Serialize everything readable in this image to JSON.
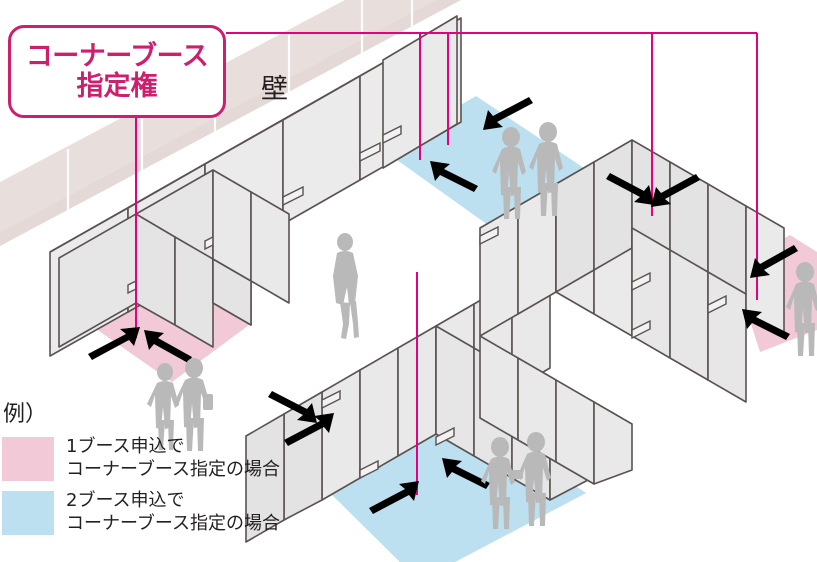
{
  "callout": {
    "line1": "コーナーブース",
    "line2": "指定権",
    "border_color": "#cc1f6e",
    "text_color": "#cc1f6e"
  },
  "labels": {
    "wall": "壁"
  },
  "legend": {
    "title": "例）",
    "items": [
      {
        "color": "#f2c9d7",
        "line1": "1ブース申込で",
        "line2": "コーナーブース指定の場合"
      },
      {
        "color": "#bde0f0",
        "line1": "2ブース申込で",
        "line2": "コーナーブース指定の場合"
      }
    ]
  },
  "colors": {
    "magenta_line": "#e6007e",
    "pink_floor": "#f2c9d7",
    "blue_floor": "#bde0f0",
    "wall_backdrop": "#e8dedc",
    "panel_face": "#e9e9e9",
    "panel_edge": "#5a5250",
    "person": "#b4b4b4",
    "arrow": "#000000"
  },
  "diagram": {
    "type": "isometric-booth-layout",
    "corner_booths": [
      {
        "id": "booth-left-pink",
        "fill": "#f2c9d7",
        "booths": 1,
        "arrows": 2
      },
      {
        "id": "booth-top-blue",
        "fill": "#bde0f0",
        "booths": 2,
        "arrows": 2
      },
      {
        "id": "booth-bottom-blue",
        "fill": "#bde0f0",
        "booths": 2,
        "arrows": 2
      },
      {
        "id": "booth-right-pink",
        "fill": "#f2c9d7",
        "booths": 1,
        "arrows": 2
      },
      {
        "id": "booth-center-marker",
        "fill": "#f2c9d7",
        "booths": 1,
        "arrows": 2
      }
    ],
    "pointer_lines": 6
  }
}
